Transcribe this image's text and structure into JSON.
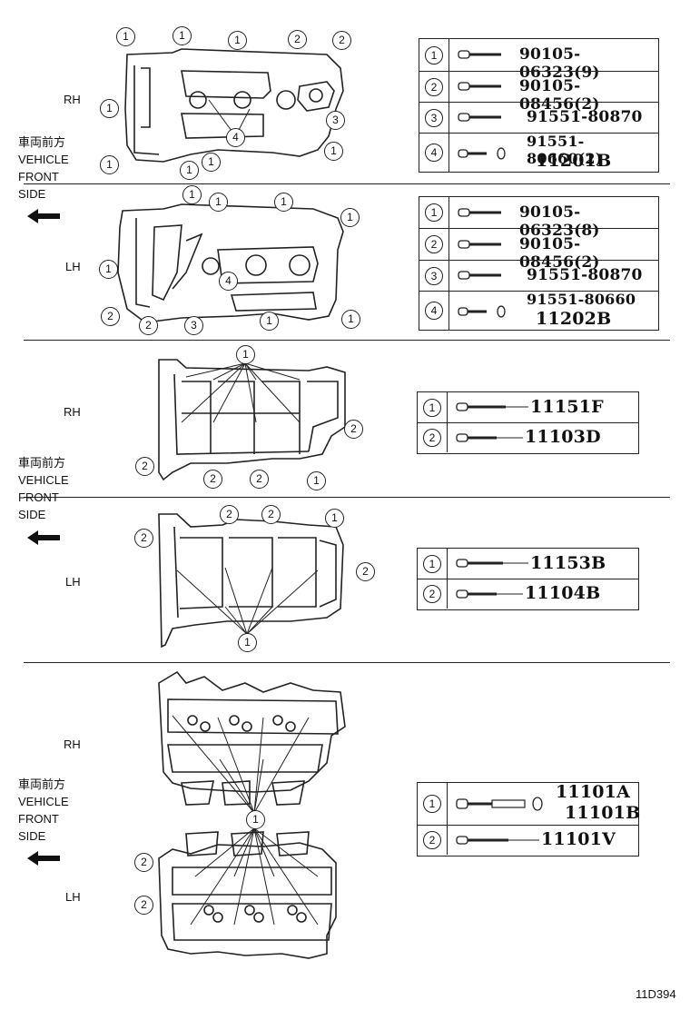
{
  "sections": [
    {
      "id": "cam-housing",
      "rh": "RH",
      "lh": "LH",
      "direction": [
        "車両前方",
        "VEHICLE",
        "FRONT",
        "SIDE"
      ],
      "table_rh": [
        {
          "n": "1",
          "part": "90105-06323(9)"
        },
        {
          "n": "2",
          "part": "90105-08456(2)"
        },
        {
          "n": "3",
          "part": "91551-80870"
        },
        {
          "n": "4",
          "part": "91551-80660(2)",
          "part2": "11201B"
        }
      ],
      "table_lh": [
        {
          "n": "1",
          "part": "90105-06323(8)"
        },
        {
          "n": "2",
          "part": "90105-08456(2)"
        },
        {
          "n": "3",
          "part": "91551-80870"
        },
        {
          "n": "4",
          "part": "91551-80660",
          "part2": "11202B"
        }
      ]
    },
    {
      "id": "bearing-cap",
      "rh": "RH",
      "lh": "LH",
      "direction": [
        "車両前方",
        "VEHICLE",
        "FRONT",
        "SIDE"
      ],
      "table_rh": [
        {
          "n": "1",
          "part": "11151F"
        },
        {
          "n": "2",
          "part": "11103D"
        }
      ],
      "table_lh": [
        {
          "n": "1",
          "part": "11153B"
        },
        {
          "n": "2",
          "part": "11104B"
        }
      ]
    },
    {
      "id": "cylinder-head",
      "rh": "RH",
      "lh": "LH",
      "direction": [
        "車両前方",
        "VEHICLE",
        "FRONT",
        "SIDE"
      ],
      "table": [
        {
          "n": "1",
          "part": "11101A",
          "part2": "11101B"
        },
        {
          "n": "2",
          "part": "11101V"
        }
      ]
    }
  ],
  "callouts": {
    "one": "1",
    "two": "2",
    "three": "3",
    "four": "4"
  },
  "diagram_code": "11D394"
}
